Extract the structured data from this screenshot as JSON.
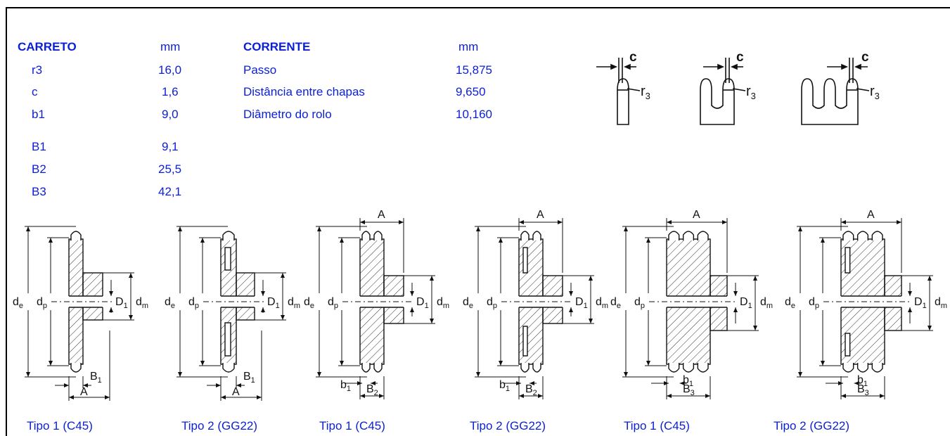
{
  "carreto": {
    "title": "CARRETO",
    "unit": "mm",
    "rows": [
      {
        "label": "r3",
        "value": "16,0"
      },
      {
        "label": "c",
        "value": "1,6"
      },
      {
        "label": "b1",
        "value": "9,0"
      },
      {
        "label": "B1",
        "value": "9,1"
      },
      {
        "label": "B2",
        "value": "25,5"
      },
      {
        "label": "B3",
        "value": "42,1"
      }
    ]
  },
  "corrente": {
    "title": "CORRENTE",
    "unit": "mm",
    "rows": [
      {
        "label": "Passo",
        "value": "15,875"
      },
      {
        "label": "Distância entre chapas",
        "value": "9,650"
      },
      {
        "label": "Diâmetro do rolo",
        "value": "10,160"
      }
    ]
  },
  "tooth_diagrams": {
    "c_label": "c",
    "r_label": "r",
    "r_sub": "3"
  },
  "sprocket_labels": {
    "de": "d",
    "de_sub": "e",
    "dp": "d",
    "dp_sub": "p",
    "D1": "D",
    "D1_sub": "1",
    "dm": "d",
    "dm_sub": "m",
    "A": "A",
    "B1": "B",
    "B1_sub": "1",
    "B2": "B",
    "B2_sub": "2",
    "B3": "B",
    "B3_sub": "3",
    "b1": "b",
    "b1_sub": "1"
  },
  "captions": [
    "Tipo 1 (C45)",
    "Tipo 2 (GG22)",
    "Tipo 1 (C45)",
    "Tipo 2 (GG22)",
    "Tipo 1 (C45)",
    "Tipo 2 (GG22)"
  ]
}
